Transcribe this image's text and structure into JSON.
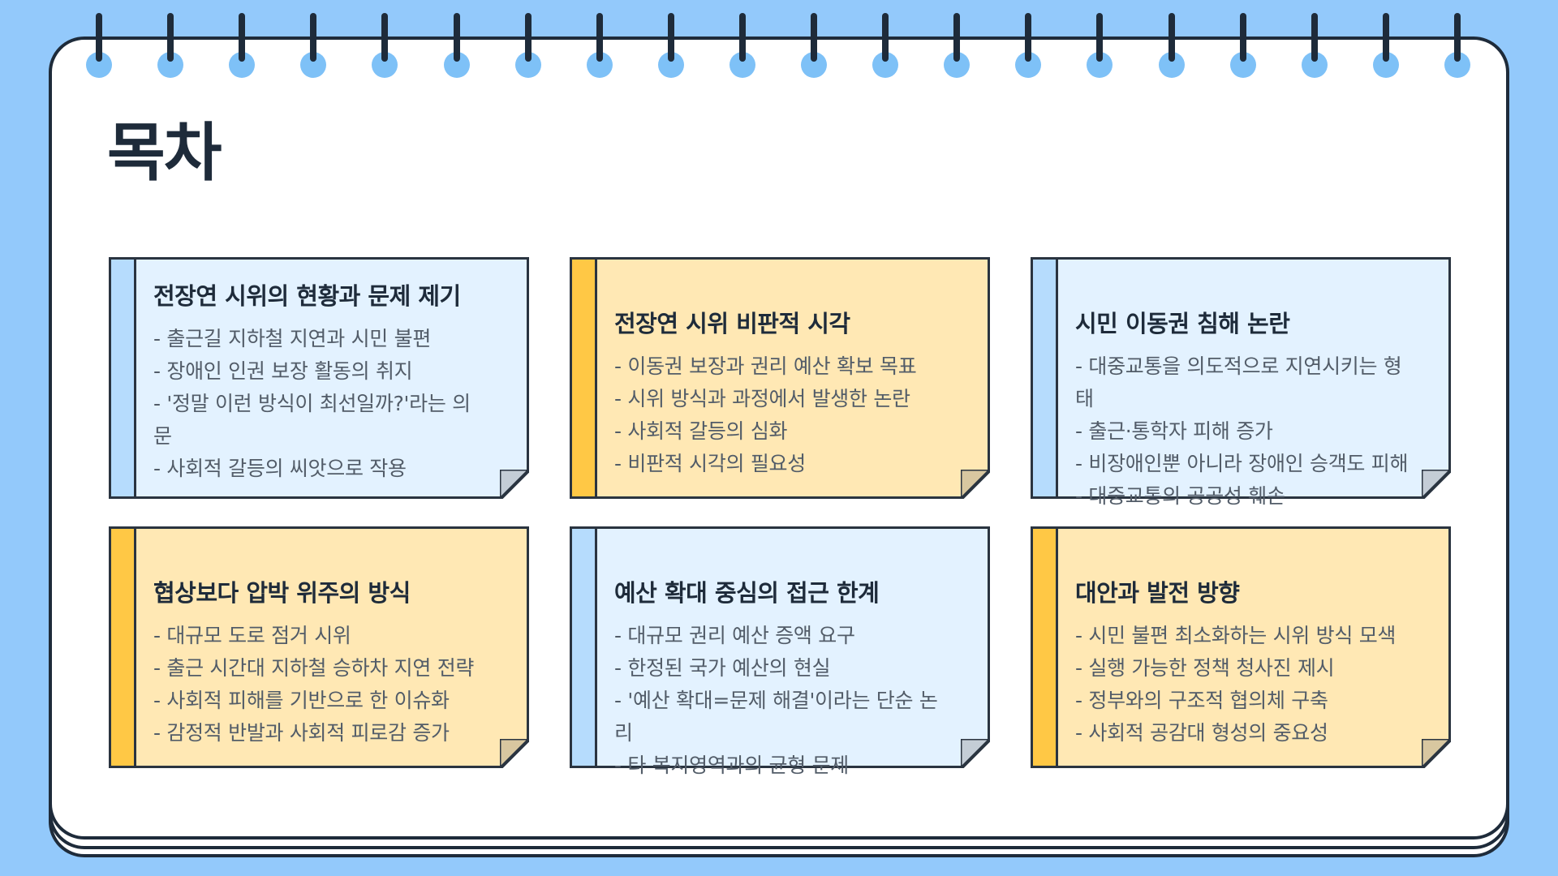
{
  "title": "목차",
  "colors": {
    "background": "#93C9FB",
    "ink": "#1E2B3A",
    "note_blue": "#E3F2FF",
    "note_yellow": "#FFE8B4",
    "stripe_blue": "#B6DCFD",
    "stripe_yellow": "#FFC845",
    "ring_hole": "#7EC1F7"
  },
  "sections": [
    {
      "color": "blue",
      "title": "전장연 시위의 현황과 문제 제기",
      "items": [
        "- 출근길 지하철 지연과 시민 불편",
        "- 장애인 인권 보장 활동의 취지",
        "- '정말 이런 방식이 최선일까?'라는 의문",
        "- 사회적 갈등의 씨앗으로 작용"
      ]
    },
    {
      "color": "yellow",
      "title": "전장연 시위 비판적 시각",
      "items": [
        "- 이동권 보장과 권리 예산 확보 목표",
        "- 시위 방식과 과정에서 발생한 논란",
        "- 사회적 갈등의 심화",
        "- 비판적 시각의 필요성"
      ]
    },
    {
      "color": "blue",
      "title": "시민 이동권 침해 논란",
      "items": [
        "- 대중교통을 의도적으로 지연시키는 형태",
        "- 출근·통학자 피해 증가",
        "- 비장애인뿐 아니라 장애인 승객도 피해",
        "- 대중교통의 공공성 훼손"
      ]
    },
    {
      "color": "yellow",
      "title": "협상보다 압박 위주의 방식",
      "items": [
        "- 대규모 도로 점거 시위",
        "- 출근 시간대 지하철 승하차 지연 전략",
        "- 사회적 피해를 기반으로 한 이슈화",
        "- 감정적 반발과 사회적 피로감 증가"
      ]
    },
    {
      "color": "blue",
      "title": "예산 확대 중심의 접근 한계",
      "items": [
        "- 대규모 권리 예산 증액 요구",
        "- 한정된 국가 예산의 현실",
        "- '예산 확대=문제 해결'이라는 단순 논리",
        "- 타 복지영역과의 균형 문제"
      ]
    },
    {
      "color": "yellow",
      "title": "대안과 발전 방향",
      "items": [
        "- 시민 불편 최소화하는 시위 방식 모색",
        "- 실행 가능한 정책 청사진 제시",
        "- 정부와의 구조적 협의체 구축",
        "- 사회적 공감대 형성의 중요성"
      ]
    }
  ]
}
